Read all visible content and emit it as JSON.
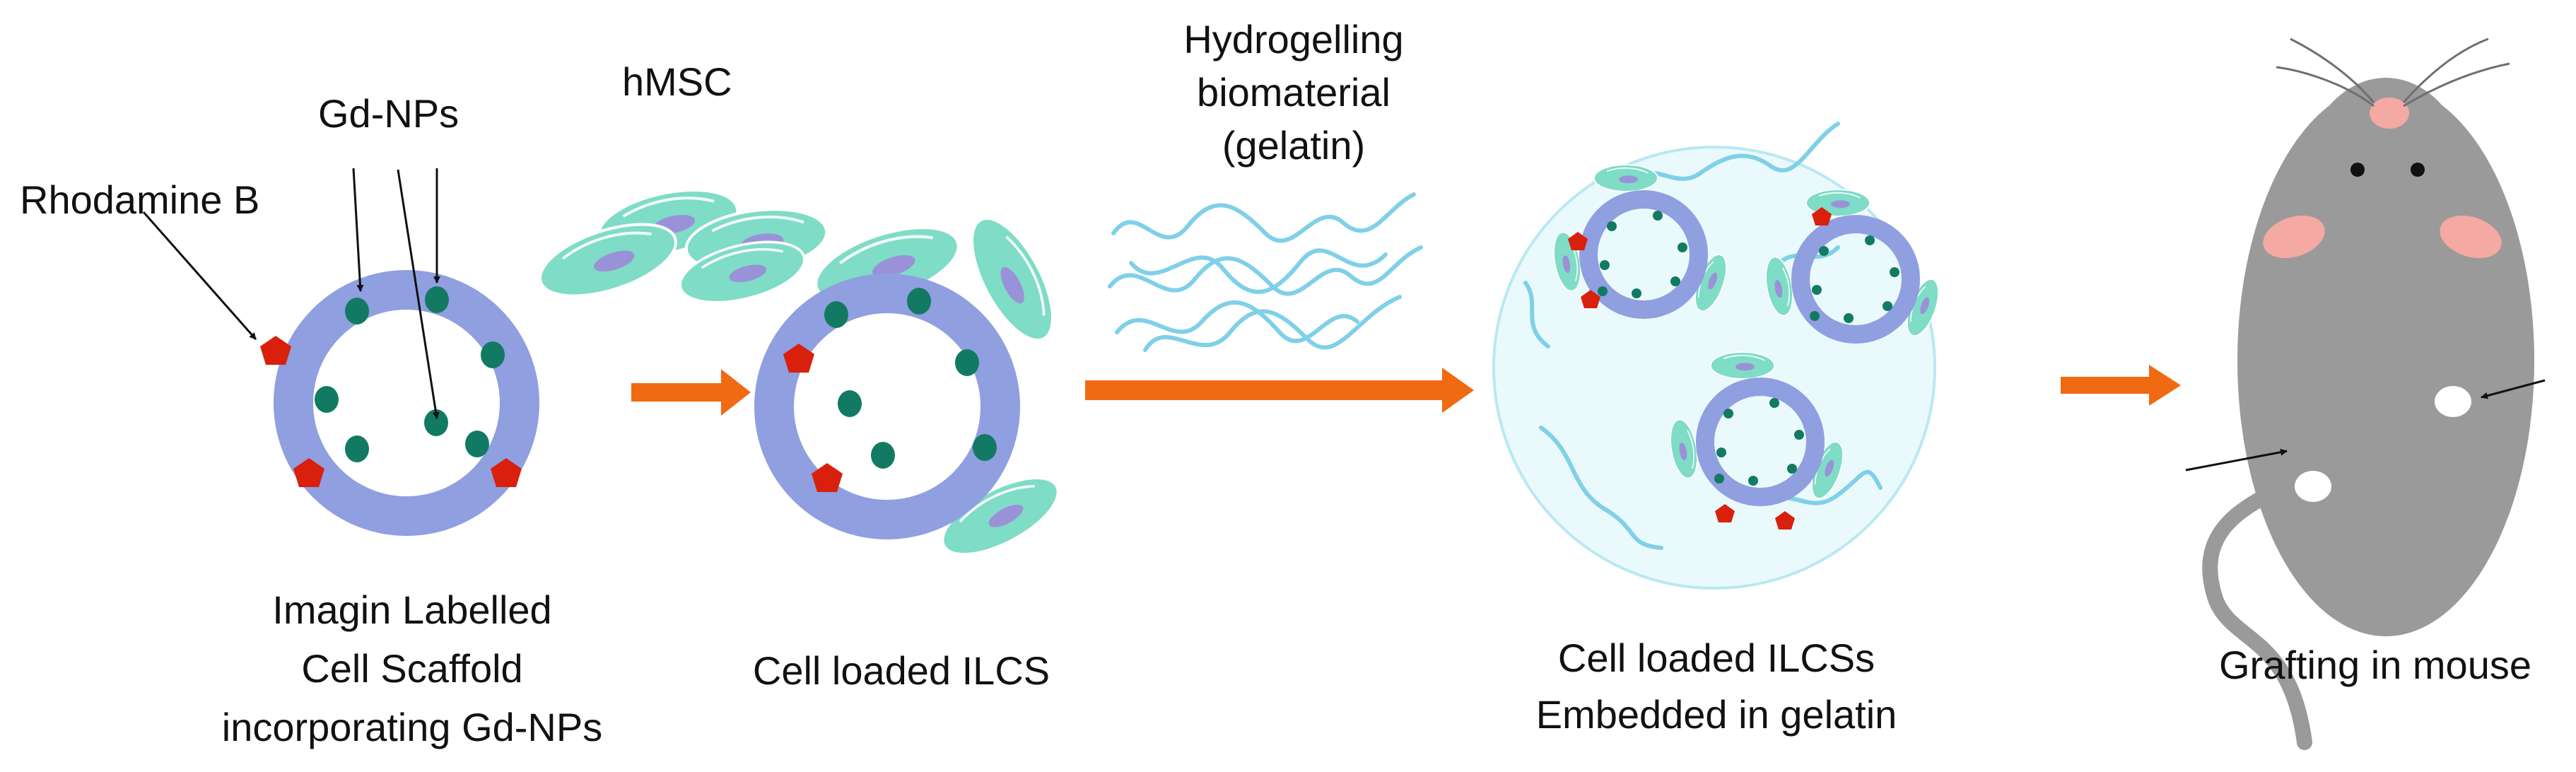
{
  "labels": {
    "rhodamine": "Rhodamine B",
    "gd_nps": "Gd-NPs",
    "hmsc": "hMSC",
    "hydrogel_line1": "Hydrogelling",
    "hydrogel_line2": "biomaterial",
    "hydrogel_line3": "(gelatin)",
    "scaffold_line1": "Imagin Labelled",
    "scaffold_line2": "Cell Scaffold",
    "scaffold_line3": "incorporating Gd-NPs",
    "cell_loaded": "Cell loaded ILCS",
    "embedded_line1": "Cell loaded ILCSs",
    "embedded_line2": "Embedded in gelatin",
    "grafting": "Grafting in mouse"
  },
  "colors": {
    "scaffold_ring": "#8f9fe0",
    "nanoparticle": "#127a63",
    "rhodamine": "#d9200c",
    "cell": "#7fdcc6",
    "cell_nucleus": "#9a92d8",
    "fiber": "#7fd0e8",
    "gel_sphere": "#eaf9fb",
    "process_arrow": "#f06a12",
    "mouse_body": "#9a9a9a",
    "mouse_ear": "#f4a9a3"
  }
}
